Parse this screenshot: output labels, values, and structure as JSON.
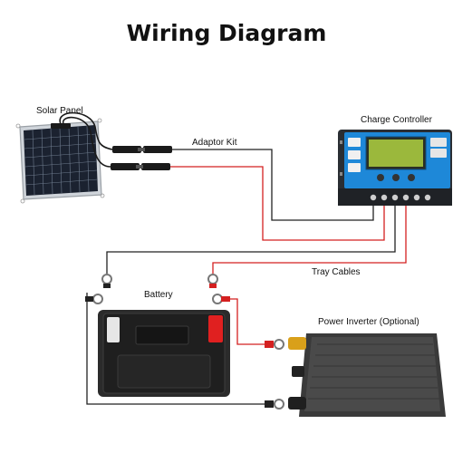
{
  "title": "Wiring Diagram",
  "labels": {
    "solar_panel": "Solar Panel",
    "adaptor_kit": "Adaptor Kit",
    "charge_controller": "Charge Controller",
    "tray_cables": "Tray Cables",
    "battery": "Battery",
    "power_inverter": "Power Inverter (Optional)"
  },
  "colors": {
    "positive_wire": "#d42020",
    "negative_wire": "#222222",
    "controller_screen": "#1e88d8",
    "battery_terminal": "#e02020",
    "inverter_body": "#3a3a3a"
  },
  "icons": [
    "solar-panel-icon",
    "mc4-connector-icon",
    "charge-controller-icon",
    "battery-icon",
    "power-inverter-icon",
    "ring-terminal-icon"
  ]
}
